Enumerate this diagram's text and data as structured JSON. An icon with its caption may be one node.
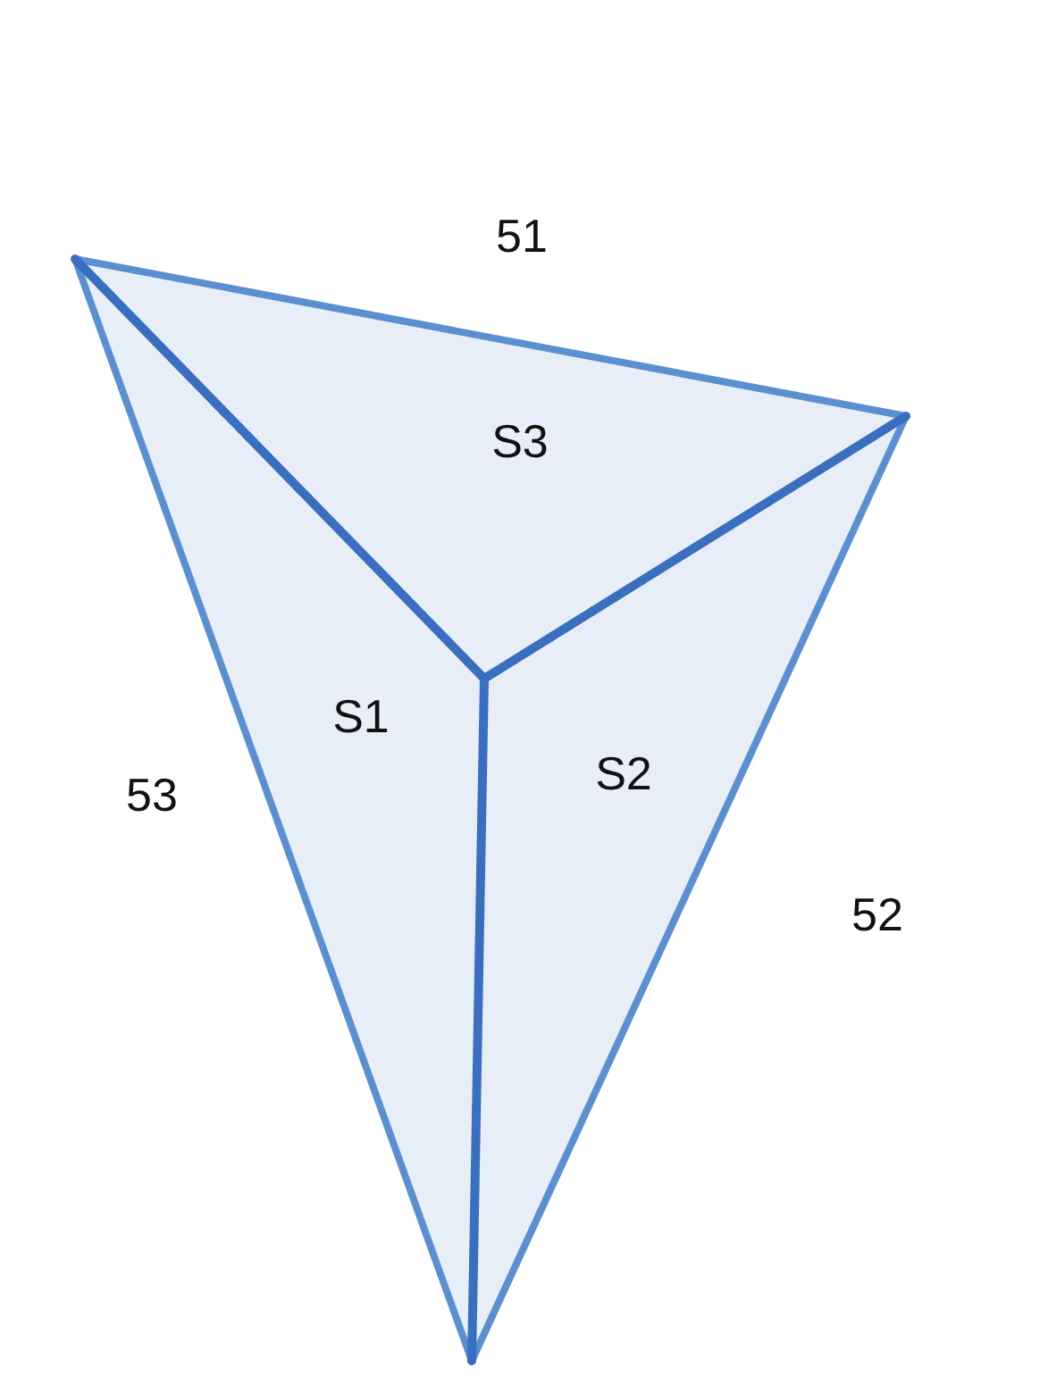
{
  "diagram": {
    "labels": [
      "51",
      "S3",
      "S1",
      "53",
      "S2",
      "52"
    ]
  }
}
